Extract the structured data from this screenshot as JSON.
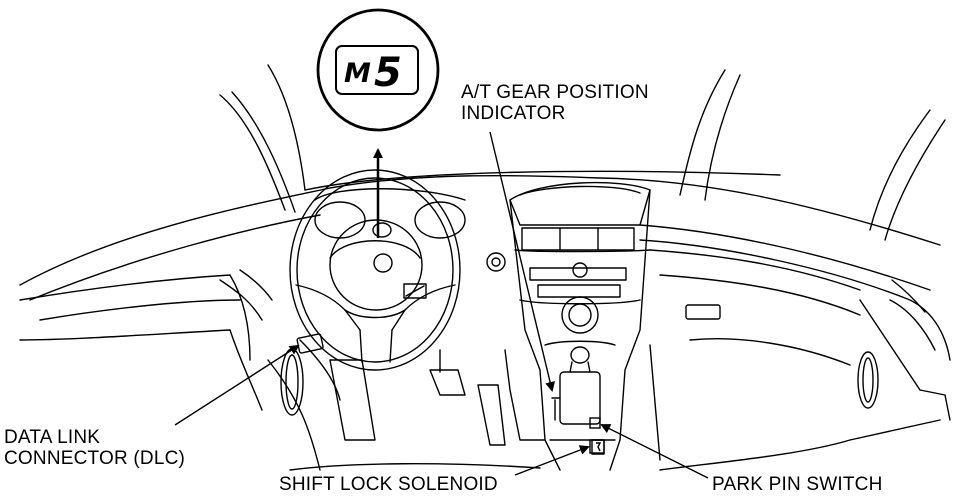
{
  "labels": {
    "gear_indicator_line1": "A/T GEAR POSITION",
    "gear_indicator_line2": "INDICATOR",
    "dlc_line1": "DATA LINK",
    "dlc_line2": "CONNECTOR (DLC)",
    "shift_lock": "SHIFT LOCK SOLENOID",
    "park_pin": "PARK PIN SWITCH"
  },
  "display": {
    "mode_letter": "M",
    "gear_digit": "5"
  }
}
